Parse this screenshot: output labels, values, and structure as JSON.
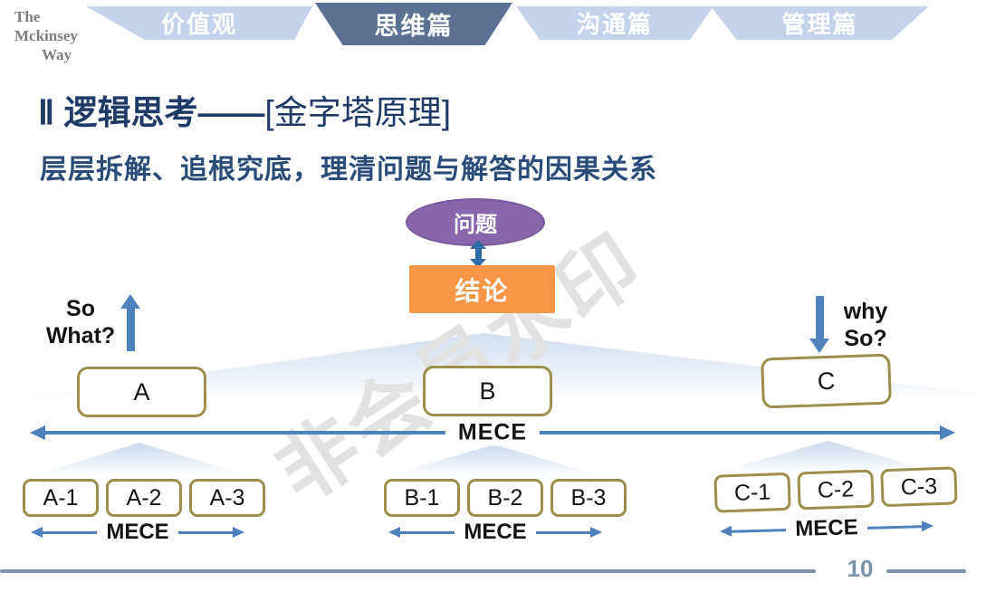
{
  "logo": {
    "lines": [
      "The",
      "Mckinsey",
      "Way"
    ]
  },
  "tabs": [
    {
      "label": "价值观",
      "active": false
    },
    {
      "label": "思维篇",
      "active": true
    },
    {
      "label": "沟通篇",
      "active": false
    },
    {
      "label": "管理篇",
      "active": false
    }
  ],
  "title": {
    "main": "Ⅱ 逻辑思考——",
    "bracket": "[金字塔原理]"
  },
  "subtitle": "层层拆解、追根究底，理清问题与解答的因果关系",
  "watermark": "非会员水印",
  "diagram": {
    "problem_label": "问题",
    "conclusion_label": "结论",
    "so_what": {
      "line1": "So",
      "line2": "What?"
    },
    "why_so": {
      "line1": "why",
      "line2": "So?"
    },
    "mece_center": "MECE",
    "groups": [
      {
        "parent": "A",
        "children": [
          "A-1",
          "A-2",
          "A-3"
        ],
        "mece_label": "MECE"
      },
      {
        "parent": "B",
        "children": [
          "B-1",
          "B-2",
          "B-3"
        ],
        "mece_label": "MECE"
      },
      {
        "parent": "C",
        "children": [
          "C-1",
          "C-2",
          "C-3"
        ],
        "mece_label": "MECE"
      }
    ]
  },
  "page_number": "10",
  "colors": {
    "tab_inactive": "#c5d3ea",
    "tab_active": "#5b7295",
    "tab_text": "#ffffff",
    "title_color": "#1f3a66",
    "subtitle_color": "#2b4c78",
    "problem_fill": "#8766ac",
    "problem_border": "#79589e",
    "conclusion_fill": "#f79646",
    "box_border": "#9c8e4d",
    "arrow_blue": "#4f81bd",
    "arrow_dark": "#2f6da8",
    "footer_color": "#7b93a8",
    "watermark_color": "#e2e2e2",
    "tri_fill": "#c3d4ea",
    "logo_color": "#7d7d7d",
    "text_dark": "#141414"
  }
}
